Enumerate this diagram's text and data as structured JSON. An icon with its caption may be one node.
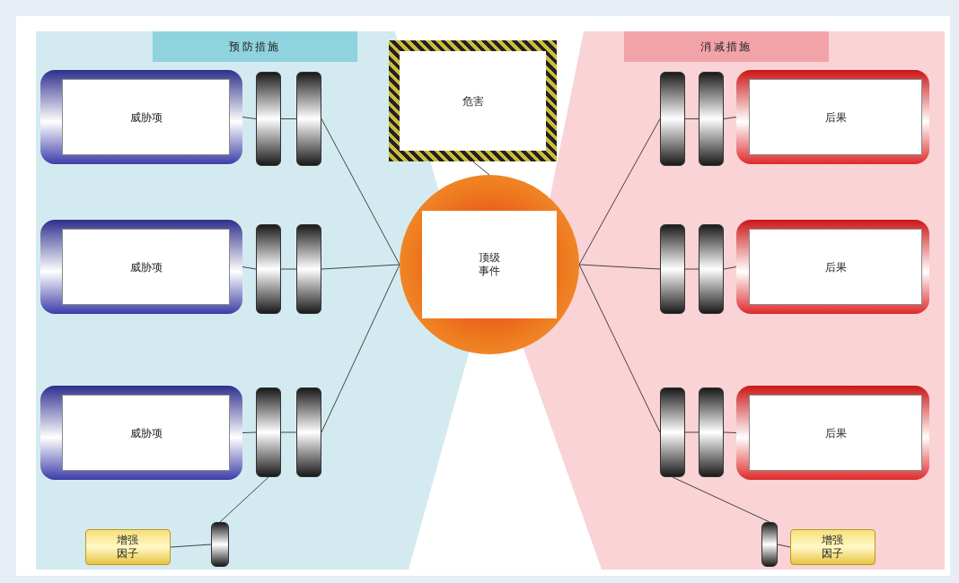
{
  "diagram": {
    "nodes": [
      {
        "text": [
          "预防措施"
        ]
      },
      {
        "text": [
          "消减措施"
        ]
      },
      {
        "text": [
          "危害"
        ]
      },
      {
        "text": [
          "威胁项"
        ],
        "in": 0
      },
      {
        "text": [],
        "shape": "bar",
        "in": 0
      },
      {
        "text": [],
        "shape": "bar",
        "in": 0
      },
      {
        "text": [
          "威胁项"
        ],
        "in": 0
      },
      {
        "text": [],
        "shape": "bar",
        "in": 0
      },
      {
        "text": [],
        "shape": "bar",
        "in": 0
      },
      {
        "text": [
          "威胁项"
        ],
        "in": 0
      },
      {
        "text": [],
        "shape": "bar",
        "in": 0
      },
      {
        "text": [],
        "shape": "bar",
        "in": 0
      },
      {
        "text": [
          "增强因子"
        ],
        "in": 0
      },
      {
        "text": [],
        "shape": "bar",
        "in": 0
      },
      {
        "text": [
          "顶级事件"
        ]
      },
      {
        "text": [],
        "shape": "bar",
        "in": 1
      },
      {
        "text": [],
        "shape": "bar",
        "in": 1
      },
      {
        "text": [
          "后果"
        ],
        "in": 1
      },
      {
        "text": [],
        "shape": "bar",
        "in": 1
      },
      {
        "text": [],
        "shape": "bar",
        "in": 1
      },
      {
        "text": [
          "后果"
        ],
        "in": 1
      },
      {
        "text": [],
        "shape": "bar",
        "in": 1
      },
      {
        "text": [],
        "shape": "bar",
        "in": 1
      },
      {
        "text": [
          "后果"
        ],
        "in": 1
      },
      {
        "text": [],
        "shape": "bar",
        "in": 1
      },
      {
        "text": [
          "增强因子"
        ],
        "in": 1
      }
    ],
    "edges": [
      {
        "from": 3,
        "to": 4,
        "arrow": "none"
      },
      {
        "from": 4,
        "to": 5,
        "arrow": "none"
      },
      {
        "from": 5,
        "to": 14,
        "arrow": "none"
      },
      {
        "from": 6,
        "to": 7,
        "arrow": "none"
      },
      {
        "from": 7,
        "to": 8,
        "arrow": "none"
      },
      {
        "from": 8,
        "to": 14,
        "arrow": "none"
      },
      {
        "from": 9,
        "to": 10,
        "arrow": "none"
      },
      {
        "from": 10,
        "to": 11,
        "arrow": "none"
      },
      {
        "from": 11,
        "to": 14,
        "arrow": "none"
      },
      {
        "from": 12,
        "to": 13,
        "arrow": "none"
      },
      {
        "from": 13,
        "to": 10,
        "arrow": "none"
      },
      {
        "from": 2,
        "to": 14,
        "arrow": "none"
      },
      {
        "from": 14,
        "to": 15,
        "arrow": "none"
      },
      {
        "from": 15,
        "to": 16,
        "arrow": "none"
      },
      {
        "from": 16,
        "to": 17,
        "arrow": "none"
      },
      {
        "from": 14,
        "to": 18,
        "arrow": "none"
      },
      {
        "from": 18,
        "to": 19,
        "arrow": "none"
      },
      {
        "from": 19,
        "to": 20,
        "arrow": "none"
      },
      {
        "from": 14,
        "to": 21,
        "arrow": "none"
      },
      {
        "from": 21,
        "to": 22,
        "arrow": "none"
      },
      {
        "from": 22,
        "to": 23,
        "arrow": "none"
      },
      {
        "from": 21,
        "to": 24,
        "arrow": "none"
      },
      {
        "from": 24,
        "to": 25,
        "arrow": "none"
      }
    ]
  }
}
